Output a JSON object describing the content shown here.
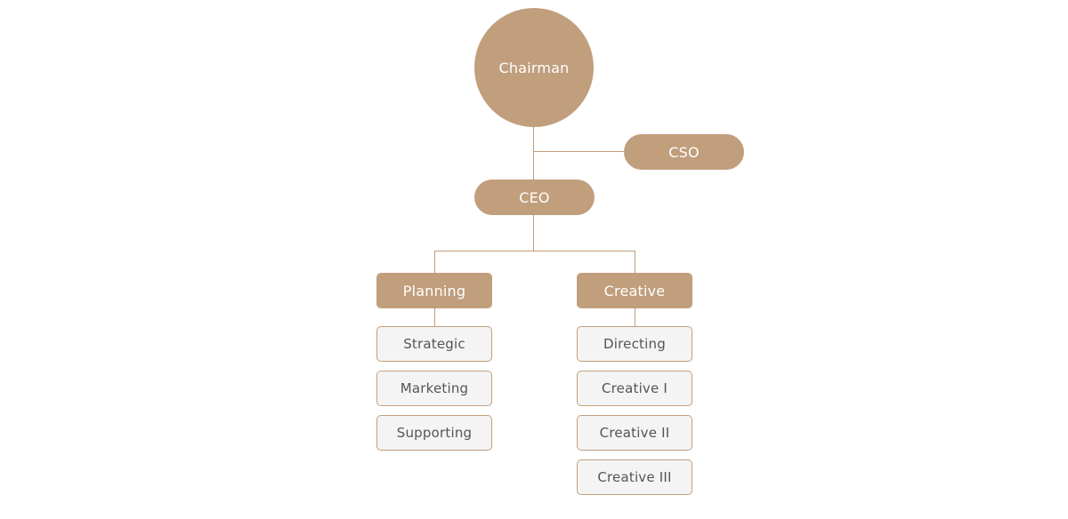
{
  "chairman": {
    "label": "Chairman"
  },
  "cso": {
    "label": "CSO"
  },
  "ceo": {
    "label": "CEO"
  },
  "departments": [
    {
      "label": "Planning",
      "teams": [
        "Strategic",
        "Marketing",
        "Supporting"
      ]
    },
    {
      "label": "Creative",
      "teams": [
        "Directing",
        "Creative I",
        "Creative II",
        "Creative III"
      ]
    }
  ],
  "colors": {
    "brand": "#c19e7c",
    "sub_background": "#f4f4f4",
    "sub_text": "#555555"
  }
}
